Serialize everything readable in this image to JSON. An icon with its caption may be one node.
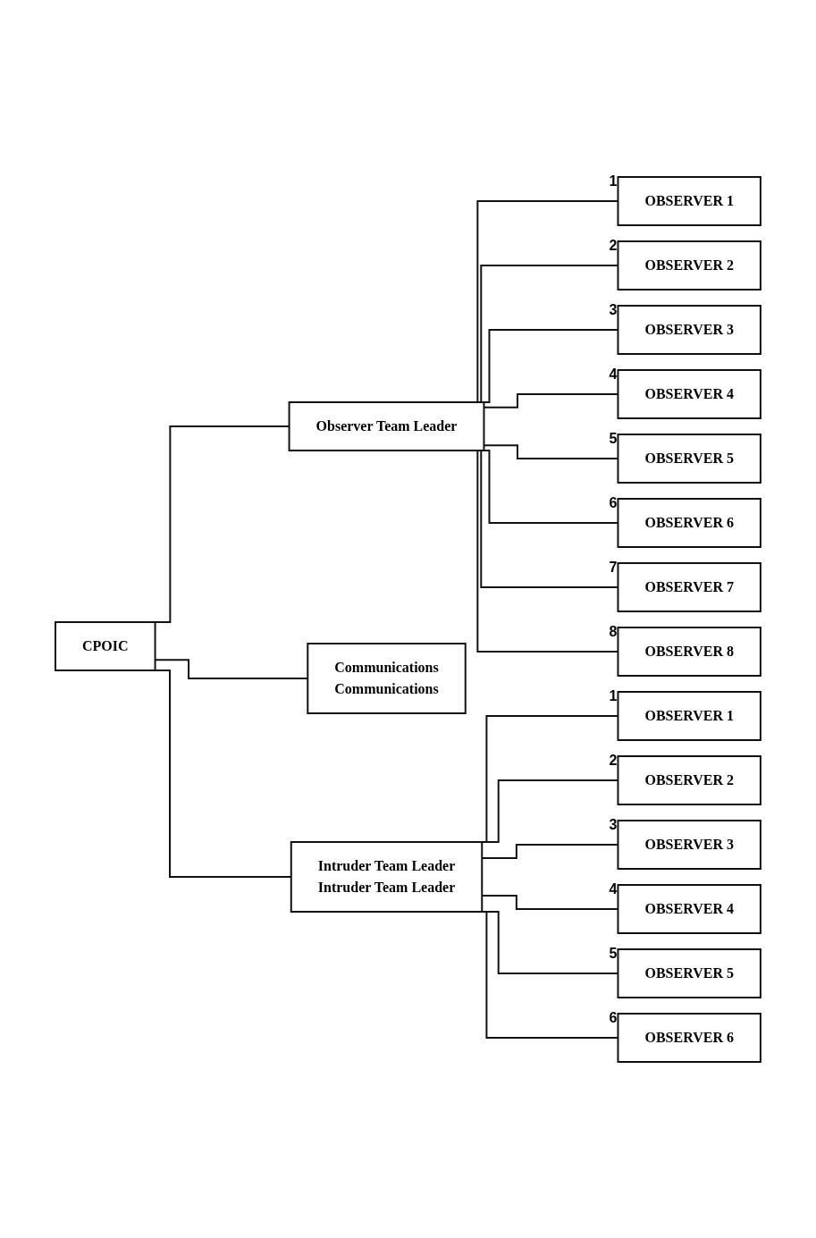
{
  "diagram": {
    "nodes": [
      {
        "text": [
          "CPOIC"
        ]
      },
      {
        "text": [
          "Observer Team Leader"
        ]
      },
      {
        "text": [
          "OBSERVER 1"
        ],
        "beside": [
          "1"
        ]
      },
      {
        "text": [
          "OBSERVER 2"
        ],
        "beside": [
          "2"
        ]
      },
      {
        "text": [
          "OBSERVER 3"
        ],
        "beside": [
          "3"
        ]
      },
      {
        "text": [
          "OBSERVER 4"
        ],
        "beside": [
          "4"
        ]
      },
      {
        "text": [
          "OBSERVER 5"
        ],
        "beside": [
          "5"
        ]
      },
      {
        "text": [
          "OBSERVER 6"
        ],
        "beside": [
          "6"
        ]
      },
      {
        "text": [
          "OBSERVER 7"
        ],
        "beside": [
          "7"
        ]
      },
      {
        "text": [
          "OBSERVER 8"
        ],
        "beside": [
          "8"
        ]
      },
      {
        "text": [
          "Communications",
          "Communications"
        ]
      },
      {
        "text": [
          "Intruder Team Leader",
          "Intruder Team Leader"
        ]
      },
      {
        "text": [
          "OBSERVER 1"
        ],
        "beside": [
          "1"
        ]
      },
      {
        "text": [
          "OBSERVER 2"
        ],
        "beside": [
          "2"
        ]
      },
      {
        "text": [
          "OBSERVER 3"
        ],
        "beside": [
          "3"
        ]
      },
      {
        "text": [
          "OBSERVER 4"
        ],
        "beside": [
          "4"
        ]
      },
      {
        "text": [
          "OBSERVER 5"
        ],
        "beside": [
          "5"
        ]
      },
      {
        "text": [
          "OBSERVER 6"
        ],
        "beside": [
          "6"
        ]
      }
    ],
    "edges": [
      {
        "from": 0,
        "to": 1,
        "arrow": "none"
      },
      {
        "from": 1,
        "to": 2,
        "arrow": "none"
      },
      {
        "from": 1,
        "to": 3,
        "arrow": "none"
      },
      {
        "from": 1,
        "to": 4,
        "arrow": "none"
      },
      {
        "from": 1,
        "to": 5,
        "arrow": "none"
      },
      {
        "from": 1,
        "to": 6,
        "arrow": "none"
      },
      {
        "from": 1,
        "to": 7,
        "arrow": "none"
      },
      {
        "from": 1,
        "to": 8,
        "arrow": "none"
      },
      {
        "from": 1,
        "to": 9,
        "arrow": "none"
      },
      {
        "from": 0,
        "to": 10,
        "arrow": "none"
      },
      {
        "from": 0,
        "to": 11,
        "arrow": "none"
      },
      {
        "from": 11,
        "to": 12,
        "arrow": "none"
      },
      {
        "from": 11,
        "to": 13,
        "arrow": "none"
      },
      {
        "from": 11,
        "to": 14,
        "arrow": "none"
      },
      {
        "from": 11,
        "to": 15,
        "arrow": "none"
      },
      {
        "from": 11,
        "to": 16,
        "arrow": "none"
      },
      {
        "from": 11,
        "to": 17,
        "arrow": "none"
      }
    ]
  }
}
